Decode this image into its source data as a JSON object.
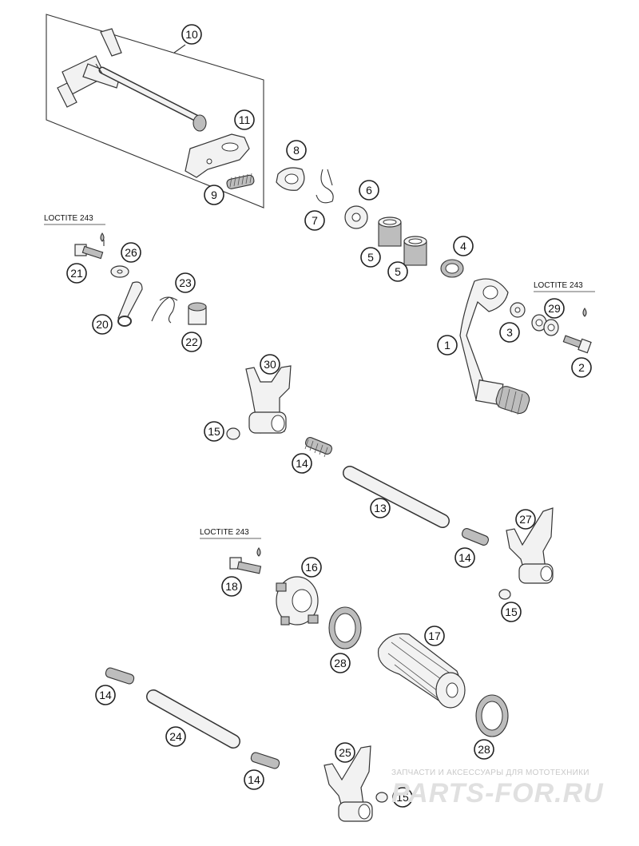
{
  "callouts": [
    {
      "id": "c10",
      "label": "10"
    },
    {
      "id": "c11",
      "label": "11"
    },
    {
      "id": "c9",
      "label": "9"
    },
    {
      "id": "c8",
      "label": "8"
    },
    {
      "id": "c7",
      "label": "7"
    },
    {
      "id": "c6",
      "label": "6"
    },
    {
      "id": "c5a",
      "label": "5"
    },
    {
      "id": "c5b",
      "label": "5"
    },
    {
      "id": "c4",
      "label": "4"
    },
    {
      "id": "c1",
      "label": "1"
    },
    {
      "id": "c3",
      "label": "3"
    },
    {
      "id": "c29",
      "label": "29"
    },
    {
      "id": "c2",
      "label": "2"
    },
    {
      "id": "c21",
      "label": "21"
    },
    {
      "id": "c26",
      "label": "26"
    },
    {
      "id": "c23",
      "label": "23"
    },
    {
      "id": "c20",
      "label": "20"
    },
    {
      "id": "c22",
      "label": "22"
    },
    {
      "id": "c30",
      "label": "30"
    },
    {
      "id": "c15a",
      "label": "15"
    },
    {
      "id": "c14a",
      "label": "14"
    },
    {
      "id": "c13",
      "label": "13"
    },
    {
      "id": "c27",
      "label": "27"
    },
    {
      "id": "c14b",
      "label": "14"
    },
    {
      "id": "c15b",
      "label": "15"
    },
    {
      "id": "c18",
      "label": "18"
    },
    {
      "id": "c16",
      "label": "16"
    },
    {
      "id": "c17",
      "label": "17"
    },
    {
      "id": "c28a",
      "label": "28"
    },
    {
      "id": "c28b",
      "label": "28"
    },
    {
      "id": "c14c",
      "label": "14"
    },
    {
      "id": "c24",
      "label": "24"
    },
    {
      "id": "c14d",
      "label": "14"
    },
    {
      "id": "c25",
      "label": "25"
    },
    {
      "id": "c15c",
      "label": "15"
    }
  ],
  "loctite_labels": [
    "LOCTITE 243",
    "LOCTITE 243",
    "LOCTITE 243"
  ],
  "watermark": {
    "tagline": "ЗАПЧАСТИ И АКСЕССУАРЫ ДЛЯ МОТОТЕХНИКИ",
    "logo": "PARTS-FOR.RU"
  }
}
